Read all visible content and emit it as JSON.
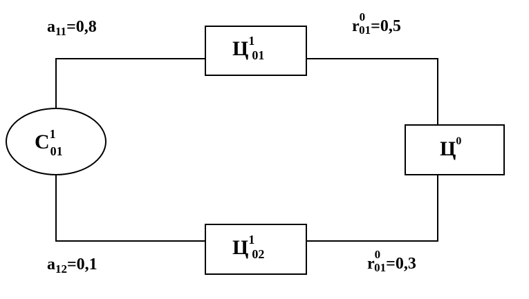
{
  "diagram": {
    "source_node": {
      "base": "C",
      "sup": "1",
      "sub": "01"
    },
    "top_node": {
      "base": "Ц",
      "sup": "1",
      "sub": "01"
    },
    "bottom_node": {
      "base": "Ц",
      "sup": "1",
      "sub": "02"
    },
    "right_node": {
      "base": "Ц",
      "sup": "0"
    },
    "labels": {
      "top_left": {
        "base": "a",
        "sub": "11",
        "value": "=0,8"
      },
      "bottom_left": {
        "base": "a",
        "sub": "12",
        "value": "=0,1"
      },
      "top_right": {
        "base": "r",
        "sup": "0",
        "sub": "01",
        "value": "=0,5"
      },
      "bottom_right": {
        "base": "r",
        "sup": "0",
        "sub": "01",
        "value": "=0,3"
      }
    }
  }
}
